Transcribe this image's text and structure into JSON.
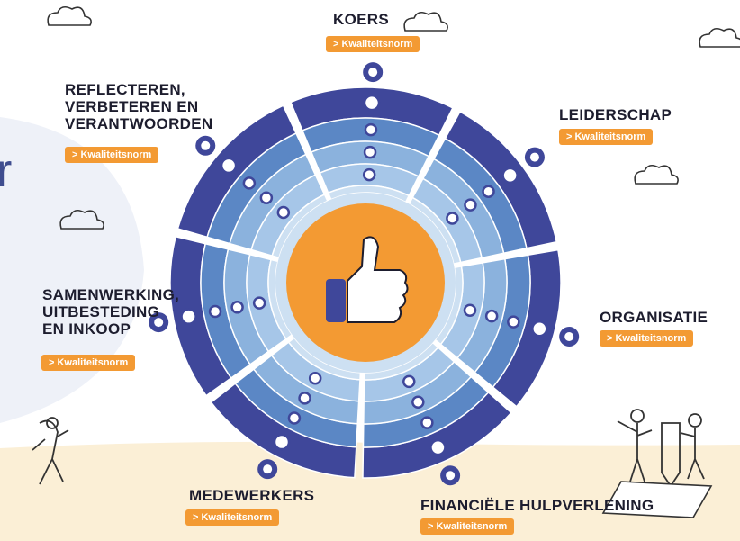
{
  "colors": {
    "outer_ring": "#3f479a",
    "ring2": "#5b87c5",
    "ring3": "#8bb2dd",
    "ring4": "#a6c6e8",
    "ring5": "#cde0f2",
    "center": "#f39a33",
    "node_fill": "#ffffff",
    "pill_bg": "#f39a33",
    "ground": "#fbefd6"
  },
  "segments": [
    {
      "title": "KOERS",
      "link": "> Kwaliteitsnorm"
    },
    {
      "title": "LEIDERSCHAP",
      "link": "> Kwaliteitsnorm"
    },
    {
      "title": "ORGANISATIE",
      "link": "> Kwaliteitsnorm"
    },
    {
      "title": "FINANCIËLE HULPVERLENING",
      "link": "> Kwaliteitsnorm"
    },
    {
      "title": "MEDEWERKERS",
      "link": "> Kwaliteitsnorm"
    },
    {
      "title": "SAMENWERKING,\nUITBESTEDING\nEN INKOOP",
      "link": "> Kwaliteitsnorm"
    },
    {
      "title": "REFLECTEREN,\nVERBETEREN EN\nVERANTWOORDEN",
      "link": "> Kwaliteitsnorm"
    }
  ],
  "decor_letter": "r",
  "icons": {
    "center": "thumbs-up-icon",
    "clouds": "cloud-icon",
    "pencil": "pencil-icon"
  }
}
